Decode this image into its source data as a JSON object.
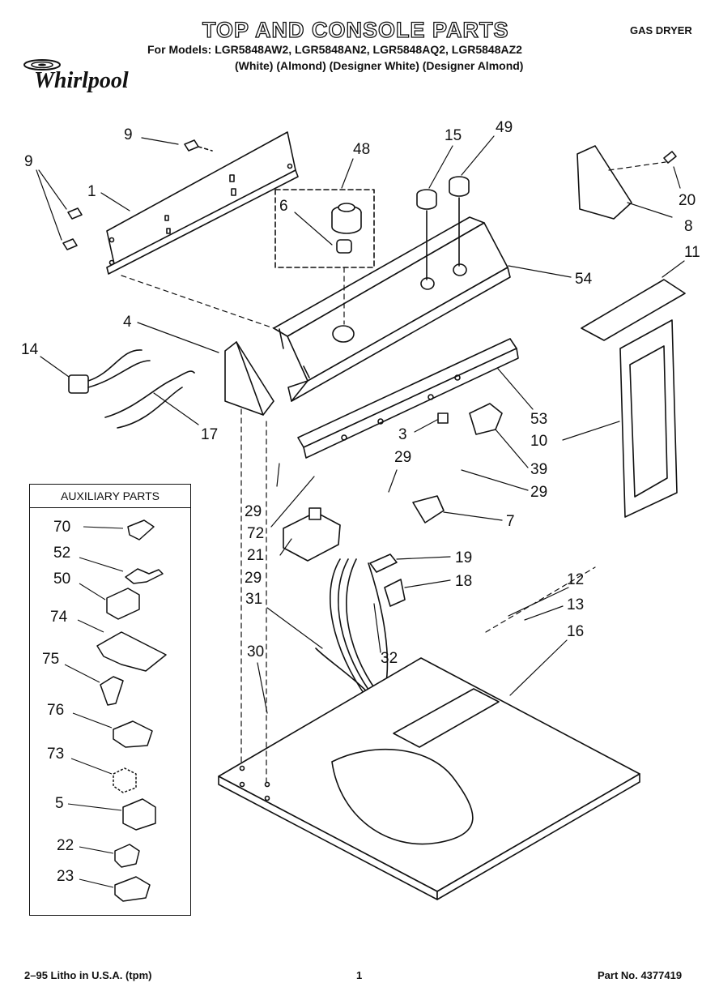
{
  "header": {
    "title": "TOP AND CONSOLE PARTS",
    "models": "For Models: LGR5848AW2, LGR5848AN2, LGR5848AQ2, LGR5848AZ2",
    "colors": "(White)    (Almond) (Designer White) (Designer Almond)",
    "dryer_type": "GAS DRYER",
    "brand": "Whirlpool"
  },
  "auxiliary": {
    "title": "AUXILIARY PARTS",
    "callouts": [
      "70",
      "52",
      "50",
      "74",
      "75",
      "76",
      "73",
      "5",
      "22",
      "23"
    ]
  },
  "callouts": [
    "9",
    "9",
    "1",
    "48",
    "6",
    "15",
    "49",
    "20",
    "8",
    "11",
    "54",
    "4",
    "14",
    "17",
    "53",
    "10",
    "3",
    "39",
    "29",
    "29",
    "29",
    "7",
    "72",
    "21",
    "29",
    "19",
    "18",
    "12",
    "13",
    "16",
    "31",
    "32",
    "30"
  ],
  "footer": {
    "litho": "2–95 Litho in U.S.A. (tpm)",
    "page": "1",
    "part_no": "Part No. 4377419"
  }
}
